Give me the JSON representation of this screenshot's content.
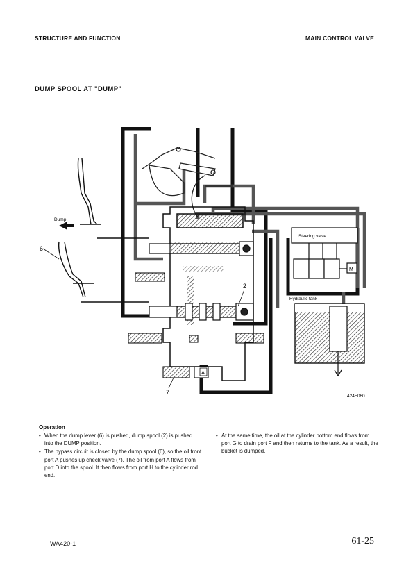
{
  "header": {
    "left": "STRUCTURE AND FUNCTION",
    "right": "MAIN CONTROL VALVE"
  },
  "section_title": "DUMP SPOOL AT \"DUMP\"",
  "diagram": {
    "labels": {
      "dump": "Dump",
      "lever_num": "6",
      "spool_num": "2",
      "check_num": "7",
      "port_a": "A",
      "steering": "Steering valve",
      "tank": "Hydraulic tank",
      "motor": "M",
      "figure_code": "424F060"
    }
  },
  "operation": {
    "title": "Operation",
    "left_bullets": [
      "When the dump lever (6) is pushed, dump spool (2) is pushed into the DUMP position.",
      "The bypass circuit is closed by the dump spool (6), so the oil front port A pushes up check valve (7). The oil from port A flows from port D into the spool. It then flows from port H to the cylinder rod end."
    ],
    "right_bullets": [
      "At the same time, the oil at the cylinder bottom end flows from port G to drain port F and then returns to the tank. As a result, the bucket is dumped."
    ]
  },
  "footer": {
    "model": "WA420-1",
    "page": "61-25"
  }
}
